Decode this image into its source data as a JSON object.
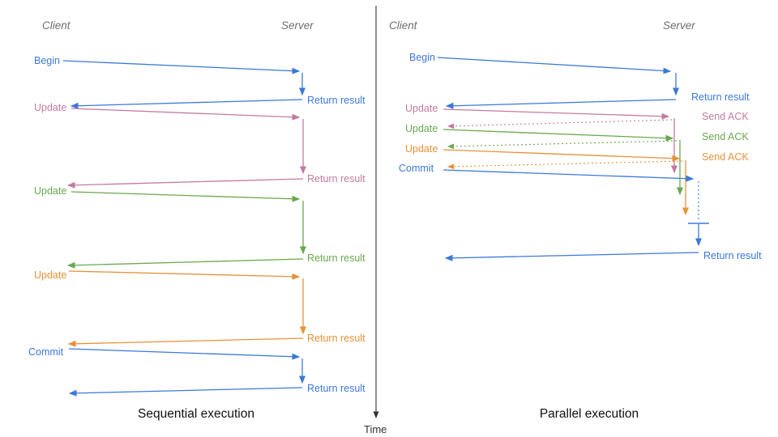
{
  "palette": {
    "blue": "#3c78d8",
    "pink": "#c27ba0",
    "green": "#6aa84f",
    "orange": "#e69138",
    "header_gray": "#6e6e6e",
    "title_black": "#111111",
    "axis_black": "#333333"
  },
  "sequential": {
    "title": "Sequential execution",
    "client_header": "Client",
    "server_header": "Server",
    "steps": [
      {
        "request": "Begin",
        "response": "Return result",
        "color": "#3c78d8"
      },
      {
        "request": "Update",
        "response": "Return result",
        "color": "#c27ba0"
      },
      {
        "request": "Update",
        "response": "Return result",
        "color": "#6aa84f"
      },
      {
        "request": "Update",
        "response": "Return result",
        "color": "#e69138"
      },
      {
        "request": "Commit",
        "response": "Return result",
        "color": "#3c78d8"
      }
    ]
  },
  "parallel": {
    "title": "Parallel execution",
    "client_header": "Client",
    "server_header": "Server",
    "steps": [
      {
        "request": "Begin",
        "response": "Return result",
        "color": "#3c78d8"
      },
      {
        "request": "Update",
        "response": "Send ACK",
        "color": "#c27ba0"
      },
      {
        "request": "Update",
        "response": "Send ACK",
        "color": "#6aa84f"
      },
      {
        "request": "Update",
        "response": "Send ACK",
        "color": "#e69138"
      },
      {
        "request": "Commit",
        "response": "Return result",
        "color": "#3c78d8"
      }
    ]
  },
  "time_axis": {
    "label": "Time"
  }
}
